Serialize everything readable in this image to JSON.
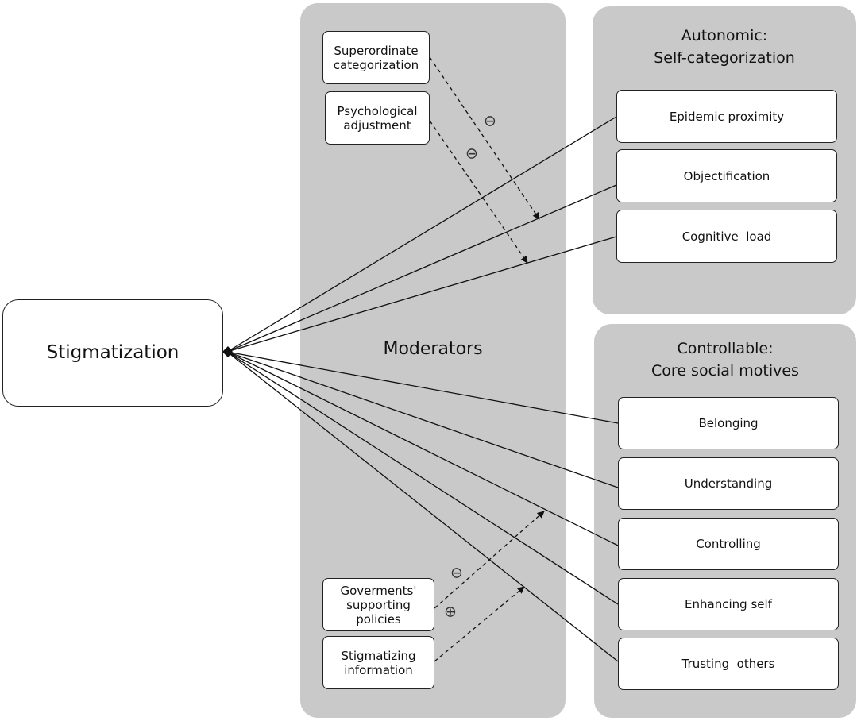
{
  "central": {
    "label": "Stigmatization"
  },
  "moderators": {
    "title": "Moderators",
    "top": [
      {
        "label": "Superordinate categorization",
        "sign": "⊖"
      },
      {
        "label": "Psychological adjustment",
        "sign": "⊖"
      }
    ],
    "bottom": [
      {
        "label": "Goverments' supporting policies",
        "sign": "⊖"
      },
      {
        "label": "Stigmatizing information",
        "sign": "⊕"
      }
    ]
  },
  "autonomic": {
    "title_line1": "Autonomic:",
    "title_line2": "Self-categorization",
    "items": [
      "Epidemic proximity",
      "Objectification",
      "Cognitive  load"
    ]
  },
  "controllable": {
    "title_line1": "Controllable:",
    "title_line2": "Core social motives",
    "items": [
      "Belonging",
      "Understanding",
      "Controlling",
      "Enhancing self",
      "Trusting  others"
    ]
  },
  "colors": {
    "panel": "#c9c9c9",
    "line": "#111111",
    "box_border": "#222222"
  }
}
